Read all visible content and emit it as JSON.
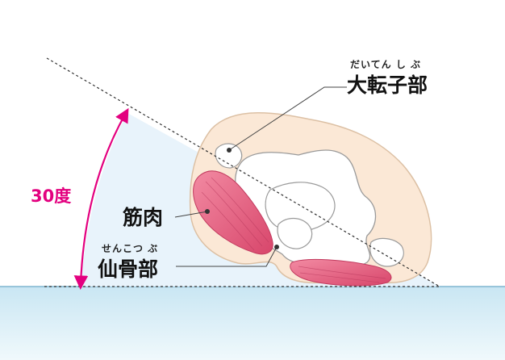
{
  "labels": {
    "trochanter_ruby": "だいてん し ぶ",
    "trochanter": "大転子部",
    "muscle": "筋肉",
    "sacrum_ruby": "せんこつ ぶ",
    "sacrum": "仙骨部",
    "angle": "30度"
  },
  "colors": {
    "accent": "#e3007f",
    "skin": "#fbe7d3",
    "skin_outline": "#dcbfa2",
    "muscle": "#e5597a",
    "floor_top": "#cfe9f5",
    "floor_bottom": "#eef8fc",
    "angle_fill": "#eaf4fb"
  },
  "icons": {
    "angle_arrow": "double-headed-arc-arrow"
  }
}
